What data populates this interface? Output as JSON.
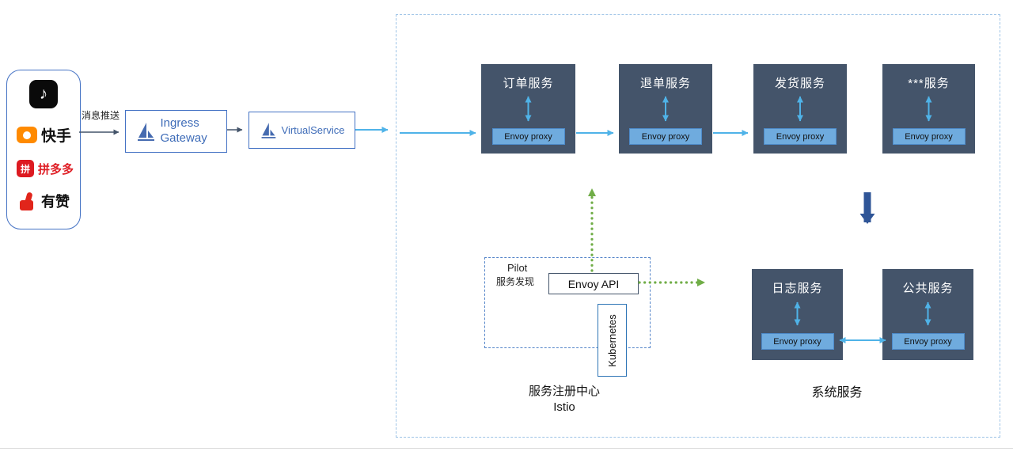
{
  "colors": {
    "dark_box": "#44546A",
    "proxy_button": "#6FABDE",
    "arrow_light_blue": "#4FB3E8",
    "arrow_green": "#70AD47",
    "arrow_dark_blue": "#2F5597",
    "istio_blue": "#466BB0",
    "border_blue": "#4472C4"
  },
  "sources": {
    "items": [
      {
        "name": "douyin",
        "icon": "music-note-icon",
        "glyph": "♪",
        "label": ""
      },
      {
        "name": "kuaishou",
        "icon": "kuaishou-camera-icon",
        "label": "快手"
      },
      {
        "name": "pinduoduo",
        "icon": "pinduoduo-icon",
        "glyph": "拼",
        "label": "拼多多"
      },
      {
        "name": "youzan",
        "icon": "thumbs-up-icon",
        "label": "有赞"
      }
    ]
  },
  "flow": {
    "push_label": "消息推送",
    "ingress_gateway_label": "Ingress Gateway",
    "virtual_service_label": "VirtualService"
  },
  "mesh": {
    "services_top": [
      {
        "title": "订单服务",
        "proxy_label": "Envoy proxy"
      },
      {
        "title": "退单服务",
        "proxy_label": "Envoy proxy"
      },
      {
        "title": "发货服务",
        "proxy_label": "Envoy proxy"
      },
      {
        "title": "***服务",
        "proxy_label": "Envoy proxy"
      }
    ],
    "services_bottom": [
      {
        "title": "日志服务",
        "proxy_label": "Envoy proxy"
      },
      {
        "title": "公共服务",
        "proxy_label": "Envoy proxy"
      }
    ],
    "system_services_label": "系统服务",
    "pilot": {
      "title": "Pilot",
      "subtitle": "服务发现",
      "envoy_api_label": "Envoy API",
      "kubernetes_label": "Kubernetes"
    },
    "registry_label": "服务注册中心",
    "istio_label": "Istio"
  }
}
